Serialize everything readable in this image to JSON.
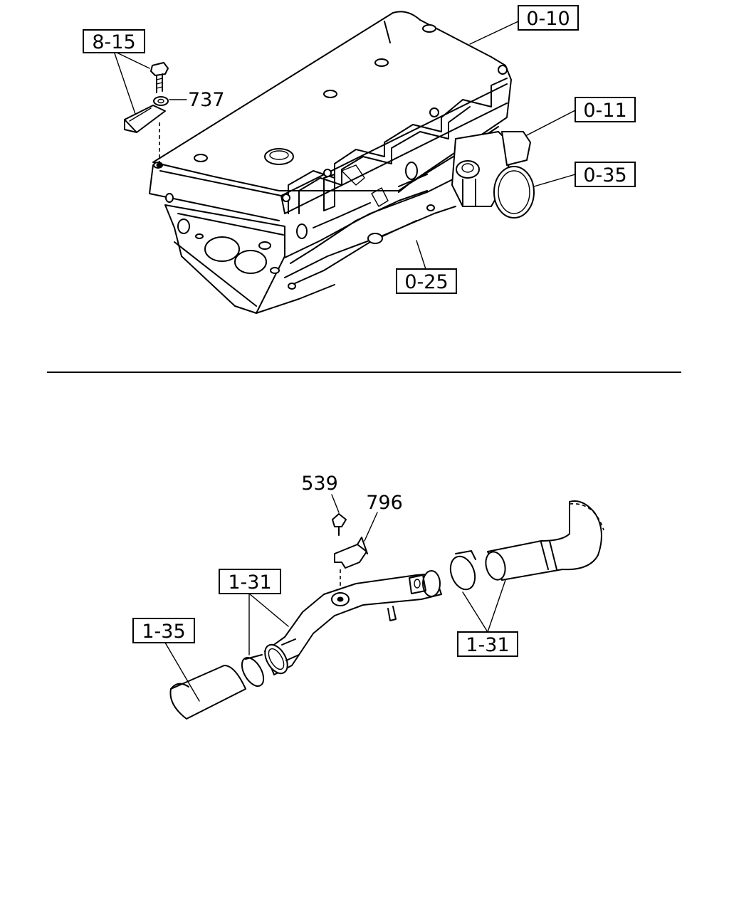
{
  "callouts": {
    "c_8_15": "8-15",
    "c_737": "737",
    "c_0_10": "0-10",
    "c_0_11": "0-11",
    "c_0_35": "0-35",
    "c_0_25": "0-25",
    "c_539": "539",
    "c_796": "796",
    "c_1_31_left": "1-31",
    "c_1_35": "1-35",
    "c_1_31_right": "1-31"
  }
}
